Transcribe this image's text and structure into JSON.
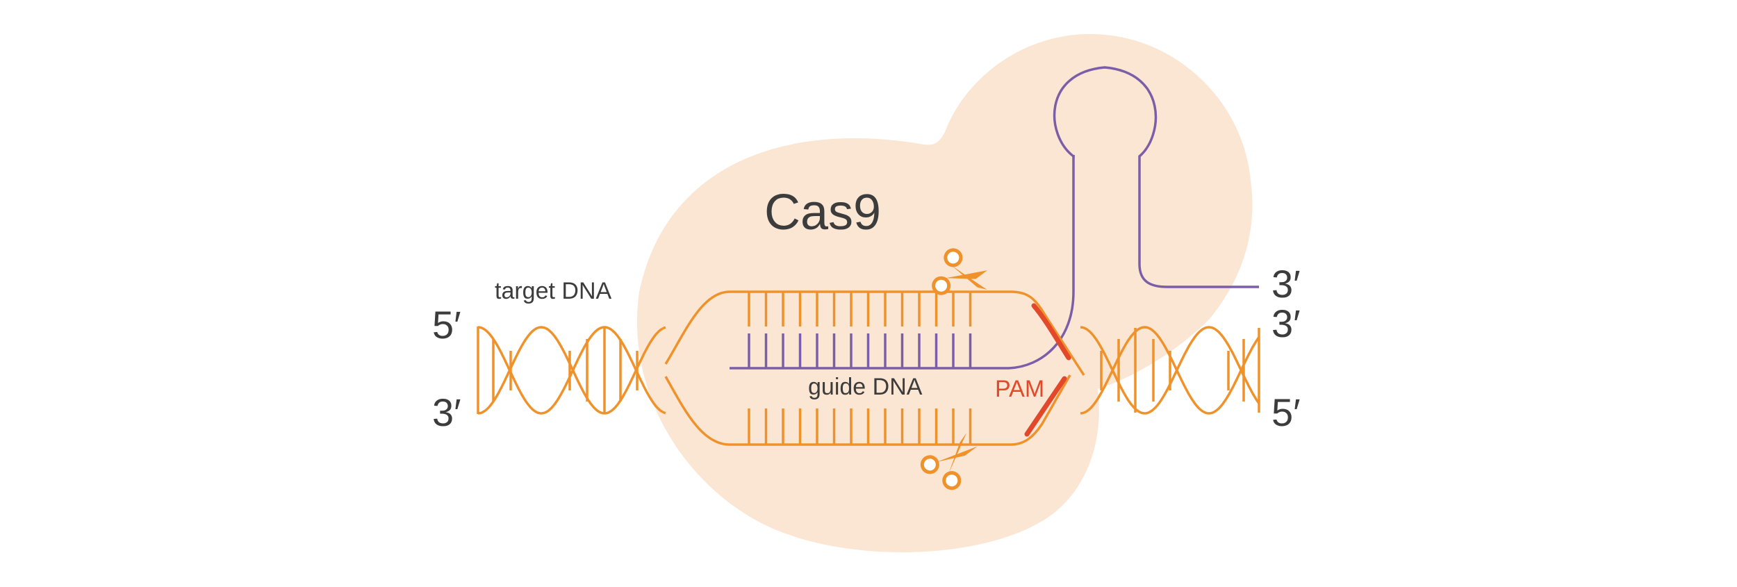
{
  "labels": {
    "protein": "Cas9",
    "target": "target DNA",
    "guide": "guide DNA",
    "pam": "PAM",
    "left_top_end": "5′",
    "left_bottom_end": "3′",
    "right_guide_end": "3′",
    "right_top_end": "3′",
    "right_bottom_end": "5′"
  },
  "colors": {
    "dna": "#f0922b",
    "guide_rna": "#7b5ea7",
    "pam": "#e2492a",
    "protein": "#fbe6d4",
    "text": "#3c3c3c"
  },
  "icons": [
    "scissors-icon",
    "scissors-icon"
  ]
}
